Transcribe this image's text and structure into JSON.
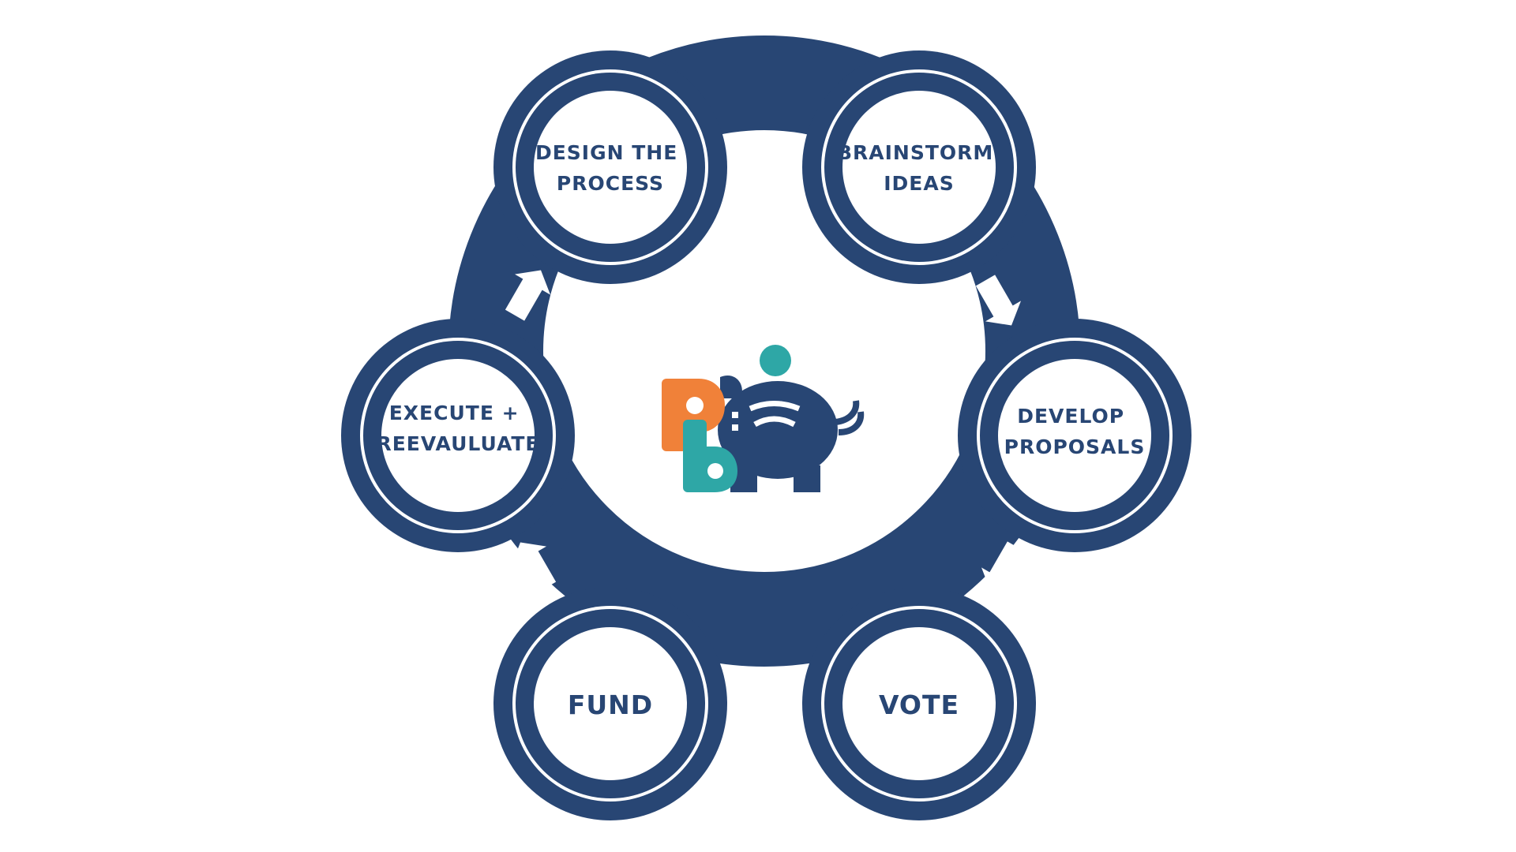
{
  "colors": {
    "navy": "#284674",
    "orange": "#F08139",
    "teal": "#2EA7A6",
    "background": "#FFFFFF"
  },
  "diagram": {
    "type": "cycle",
    "steps": [
      {
        "id": "design",
        "lines": [
          "DESIGN THE",
          "PROCESS"
        ]
      },
      {
        "id": "brainstorm",
        "lines": [
          "BRAINSTORM",
          "IDEAS"
        ]
      },
      {
        "id": "develop",
        "lines": [
          "DEVELOP",
          "PROPOSALS"
        ]
      },
      {
        "id": "vote",
        "lines": [
          "VOTE"
        ]
      },
      {
        "id": "fund",
        "lines": [
          "FUND"
        ]
      },
      {
        "id": "execute",
        "lines": [
          "EXECUTE +",
          "REEVAULUATE"
        ]
      }
    ],
    "flow": [
      [
        "design",
        "brainstorm"
      ],
      [
        "brainstorm",
        "develop"
      ],
      [
        "develop",
        "vote"
      ],
      [
        "vote",
        "fund"
      ],
      [
        "fund",
        "execute"
      ],
      [
        "execute",
        "design"
      ]
    ],
    "center_logo": {
      "icon": "pb-piggy-bank-logo",
      "letters": [
        "P",
        "b"
      ]
    }
  }
}
